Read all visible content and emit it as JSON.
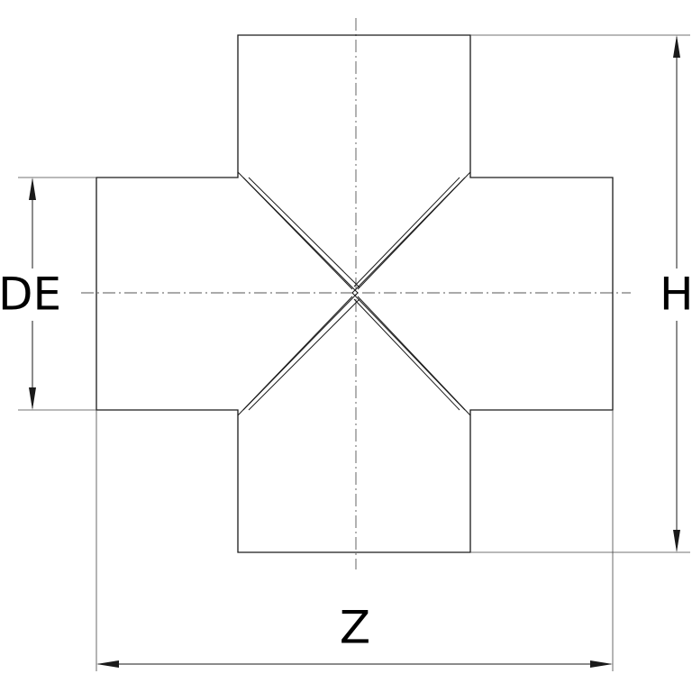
{
  "labels": {
    "de": "DE",
    "h": "H",
    "z": "Z"
  },
  "colors": {
    "line": "#1a1a1a",
    "background": "#ffffff"
  }
}
